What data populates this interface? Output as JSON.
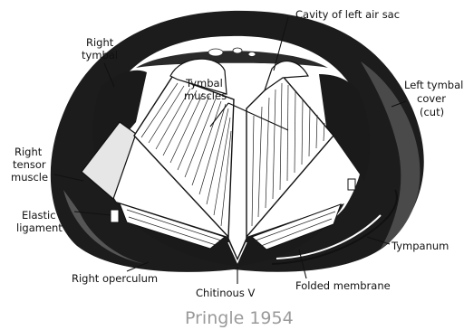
{
  "figure": {
    "labels": {
      "cavity": "Cavity of left air sac",
      "right_tymbal_1": "Right",
      "right_tymbal_2": "tymbal",
      "tymbal_muscles_1": "Tymbal",
      "tymbal_muscles_2": "muscles",
      "left_tymbal_1": "Left tymbal",
      "left_tymbal_2": "cover",
      "left_tymbal_3": "(cut)",
      "right_tensor_1": "Right",
      "right_tensor_2": "tensor",
      "right_tensor_3": "muscle",
      "elastic_1": "Elastic",
      "elastic_2": "ligament",
      "tympanum": "Tympanum",
      "right_operculum": "Right operculum",
      "chitinous_v": "Chitinous V",
      "folded_membrane": "Folded membrane"
    },
    "credit": "Pringle 1954"
  }
}
